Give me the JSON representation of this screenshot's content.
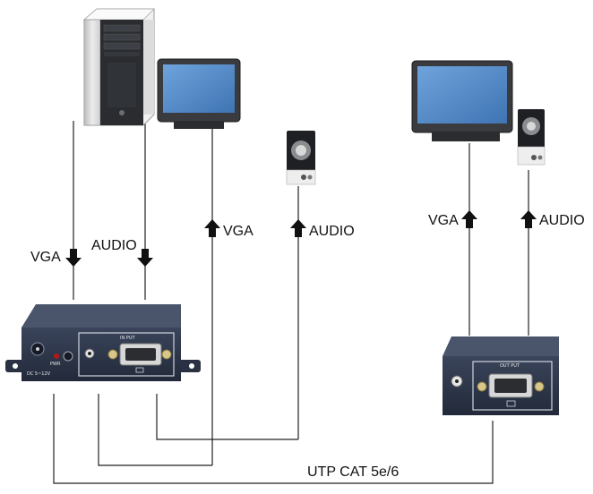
{
  "labels": {
    "pc_vga": "VGA",
    "pc_audio": "AUDIO",
    "local_vga": "VGA",
    "local_audio": "AUDIO",
    "remote_vga": "VGA",
    "remote_audio": "AUDIO",
    "cable": "UTP CAT 5e/6"
  },
  "transmitter": {
    "panel_label": "IN PUT",
    "power_label": "DC 5~12V",
    "pwr_label": "PWR"
  },
  "receiver": {
    "panel_label": "OUT PUT"
  },
  "colors": {
    "line": "#222222",
    "arrow": "#111111",
    "box": "#2c3446",
    "screen": "#4d86c6",
    "tower": "#d9d9d9"
  },
  "icons": [
    "pc-tower-icon",
    "monitor-icon",
    "speaker-icon",
    "arrow-down-icon",
    "arrow-up-icon"
  ]
}
